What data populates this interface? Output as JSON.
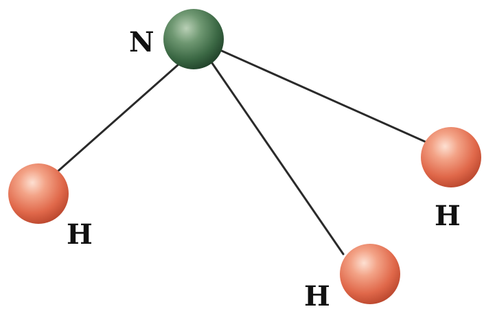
{
  "molecule": {
    "atoms": [
      {
        "id": "n",
        "label": "N",
        "color": "#3f6e48"
      },
      {
        "id": "h1",
        "label": "H",
        "color": "#e0684a"
      },
      {
        "id": "h2",
        "label": "H",
        "color": "#e0684a"
      },
      {
        "id": "h3",
        "label": "H",
        "color": "#e0684a"
      }
    ]
  }
}
